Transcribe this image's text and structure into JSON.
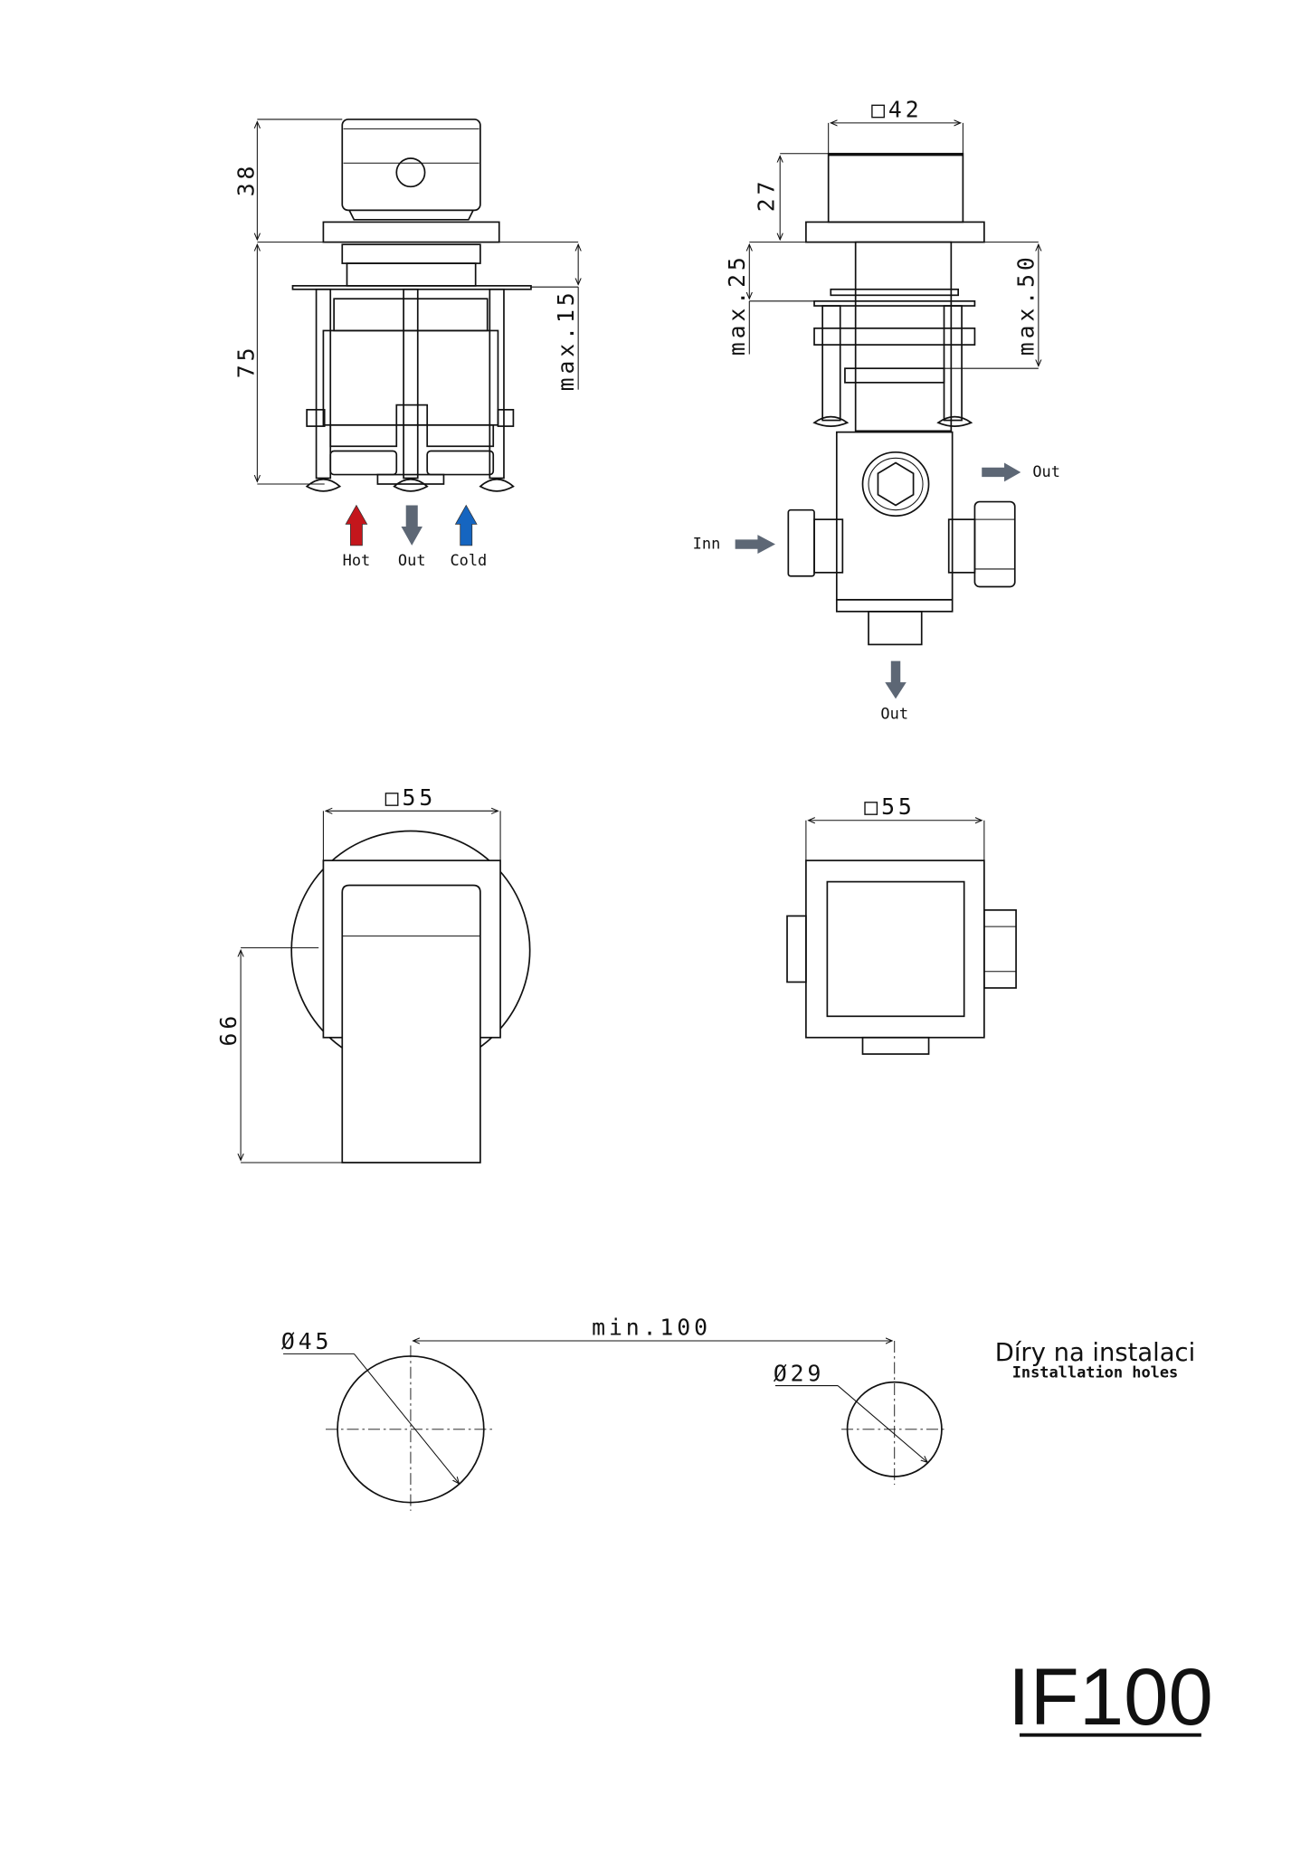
{
  "side_view": {
    "dim_height_top": "38",
    "dim_height_body": "75",
    "dim_max_depth": "max.15",
    "flow": [
      {
        "label": "Hot",
        "direction": "in",
        "color": "#c4161c"
      },
      {
        "label": "Out",
        "direction": "out",
        "color": "#5d6775"
      },
      {
        "label": "Cold",
        "direction": "in",
        "color": "#1565c0"
      }
    ]
  },
  "front_view": {
    "dim_width": "□42",
    "dim_height": "27",
    "dim_max_a": "max.25",
    "dim_max_b": "max.50",
    "flow_out_right": "Out",
    "flow_in_left": "Inn",
    "flow_out_bottom": "Out",
    "arrow_color": "#5d6775"
  },
  "plate_view_left": {
    "dim_width": "□55",
    "dim_height": "66"
  },
  "plate_view_right": {
    "dim_width": "□55"
  },
  "installation_holes": {
    "hole_large": "Ø45",
    "hole_small": "Ø29",
    "spacing": "min.100",
    "caption_cz": "Díry na instalaci",
    "caption_en": "Installation holes"
  },
  "model": "IF100"
}
